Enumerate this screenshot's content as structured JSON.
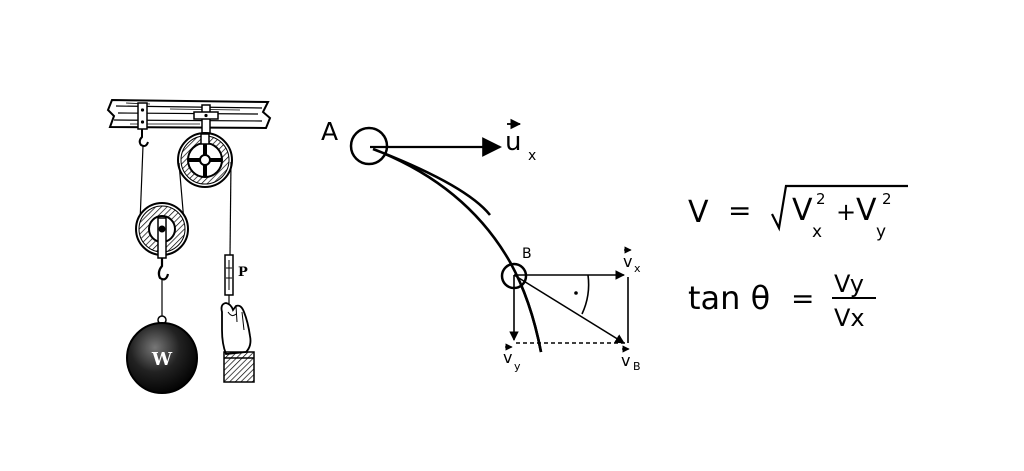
{
  "pulley_figure": {
    "weight_label": "W",
    "pull_label": "P"
  },
  "trajectory": {
    "start_point_label": "A",
    "initial_velocity_label": "u",
    "initial_velocity_subscript": "x",
    "point_label": "B",
    "horizontal_component_label": "v",
    "horizontal_component_subscript": "x",
    "vertical_component_label": "v",
    "vertical_component_subscript": "y",
    "resultant_label": "v",
    "resultant_subscript": "B"
  },
  "formulas": {
    "magnitude": {
      "lhs": "V",
      "equals": "=",
      "term1": "V",
      "term1_sub": "x",
      "term1_sup": "2",
      "plus": "+",
      "term2": "V",
      "term2_sub": "y",
      "term2_sup": "2"
    },
    "angle": {
      "lhs": "tan θ",
      "equals": "=",
      "numerator": "Vy",
      "denominator": "Vx"
    }
  }
}
